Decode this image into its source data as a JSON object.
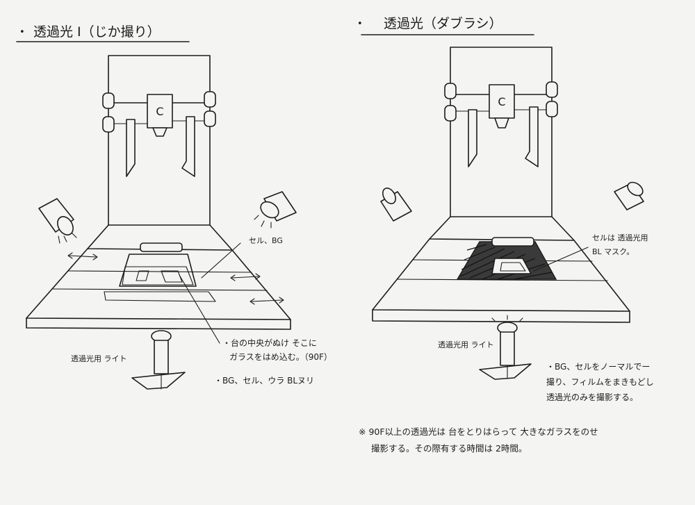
{
  "left_panel": {
    "title": "透過光 Ⅰ（じか撮り）",
    "camera_label": "C",
    "label_cel_bg": "セル、BG",
    "label_light": "透過光用 ライト",
    "note_center_line1": "・台の中央がぬけ そこに",
    "note_center_line2": "ガラスをはめ込む。（90F）",
    "note_bg": "・BG、セル、ウラ BLヌリ"
  },
  "right_panel": {
    "title": "透過光（ダブラシ）",
    "camera_label": "C",
    "label_cel_line1": "セルは 透過光用",
    "label_cel_line2": "BL マスク。",
    "label_light": "透過光用 ライト",
    "note_line1": "・BG、セルをノーマルでー",
    "note_line2": "撮り、フィルムをまきもどし",
    "note_line3": "透過光のみを撮影する。"
  },
  "footer": {
    "line1": "※ 90F以上の透過光は 台をとりはらって 大きなガラスをのせ",
    "line2": "撮影する。その際有する時間は 2時間。"
  }
}
